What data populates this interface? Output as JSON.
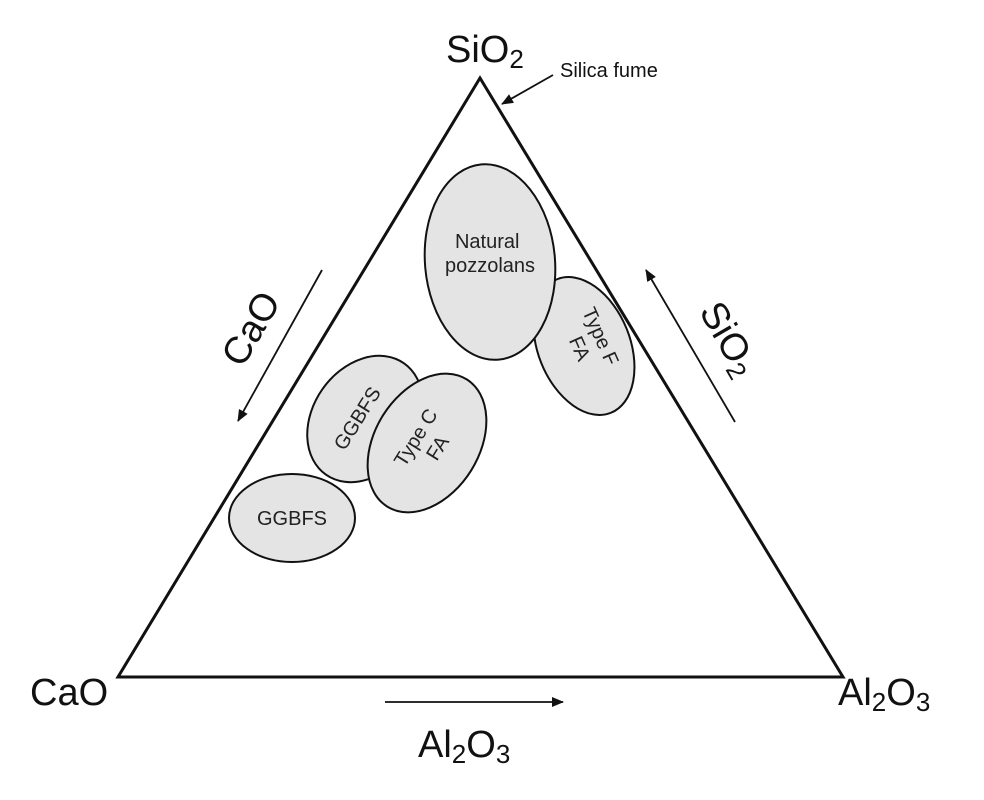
{
  "diagram": {
    "vertices": {
      "top": {
        "base": "SiO",
        "sub": "2"
      },
      "left": {
        "text": "CaO"
      },
      "right": {
        "p1": "Al",
        "s1": "2",
        "p2": "O",
        "s2": "3"
      }
    },
    "axes": {
      "left": {
        "text": "CaO"
      },
      "right": {
        "base": "SiO",
        "sub": "2"
      },
      "bottom": {
        "p1": "Al",
        "s1": "2",
        "p2": "O",
        "s2": "3"
      }
    },
    "annotation": "Silica fume",
    "regions": [
      {
        "id": "natural-pozzolans",
        "lines": [
          "Natural",
          "pozzolans"
        ]
      },
      {
        "id": "type-f-fa",
        "lines": [
          "Type F",
          "FA"
        ]
      },
      {
        "id": "ggbfs-upper",
        "lines": [
          "GGBFS"
        ]
      },
      {
        "id": "type-c-fa",
        "lines": [
          "Type C",
          "FA"
        ]
      },
      {
        "id": "ggbfs-lower",
        "lines": [
          "GGBFS"
        ]
      }
    ],
    "colors": {
      "region_fill": "#e4e4e4",
      "stroke": "#111111"
    }
  }
}
